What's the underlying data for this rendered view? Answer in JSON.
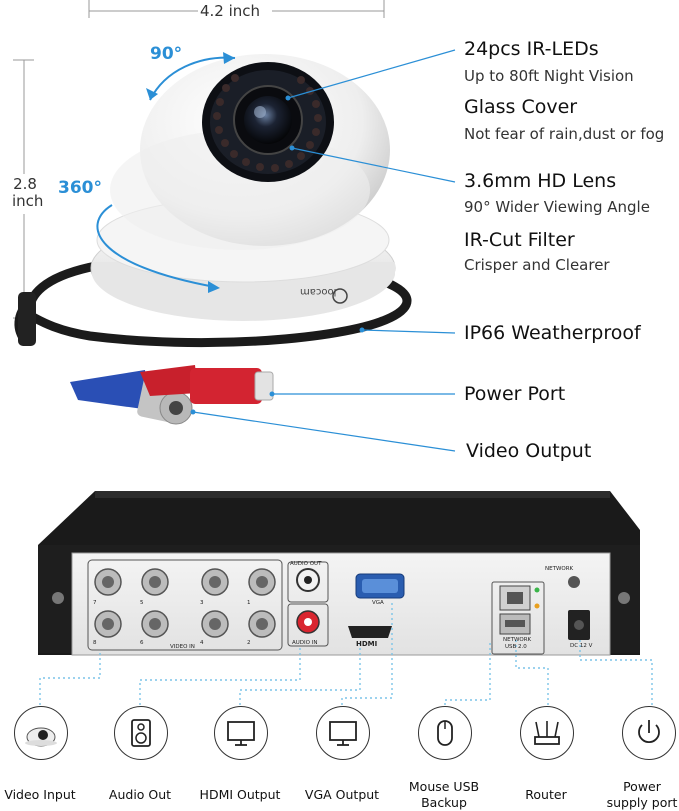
{
  "dimensions": {
    "width_label": "4.2 inch",
    "height_value": "2.8",
    "height_unit": "inch"
  },
  "angles": {
    "tilt": "90°",
    "rotate": "360°"
  },
  "brand": "loocam",
  "features": [
    {
      "title": "24pcs IR-LEDs",
      "subtitle": "Up to 80ft Night Vision"
    },
    {
      "title": "Glass Cover",
      "subtitle": "Not fear of rain,dust or fog"
    },
    {
      "title": "3.6mm HD Lens",
      "subtitle": "90° Wider Viewing Angle"
    },
    {
      "title": "IR-Cut Filter",
      "subtitle": "Crisper and Clearer"
    },
    {
      "title": "IP66 Weatherproof",
      "subtitle": ""
    },
    {
      "title": "Power Port",
      "subtitle": ""
    },
    {
      "title": "Video Output",
      "subtitle": ""
    }
  ],
  "dvr_labels": {
    "audio_out": "AUDIO OUT",
    "audio_in": "AUDIO IN",
    "vga": "VGA",
    "hdmi": "HDMI",
    "network": "NETWORK",
    "network_usb": "NETWORK",
    "usb": "USB 2.0",
    "video_in": "VIDEO IN",
    "dc": "DC 12 V",
    "ch": [
      "7",
      "5",
      "3",
      "1",
      "8",
      "6",
      "4",
      "2"
    ]
  },
  "ports": [
    {
      "label": "Video Input",
      "icon": "camera-icon"
    },
    {
      "label": "Audio Out",
      "icon": "speaker-icon"
    },
    {
      "label": "HDMI Output",
      "icon": "monitor-icon"
    },
    {
      "label": "VGA Output",
      "icon": "monitor-icon"
    },
    {
      "label": "Mouse USB\nBackup",
      "icon": "mouse-icon"
    },
    {
      "label": "Router",
      "icon": "router-icon"
    },
    {
      "label": "Power\nsupply port",
      "icon": "power-icon"
    }
  ]
}
